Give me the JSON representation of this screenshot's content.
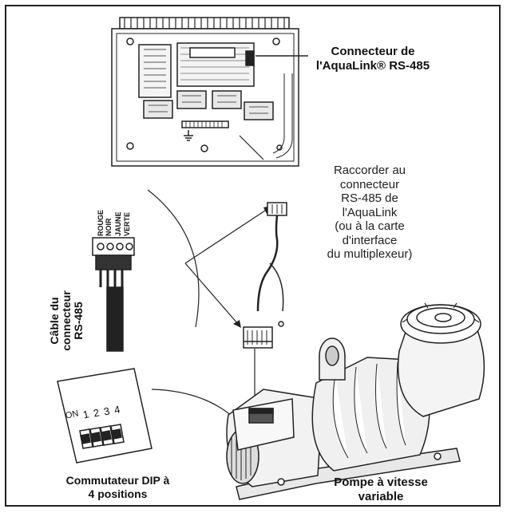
{
  "labels": {
    "aqualink_connector": [
      "Connecteur de",
      "l'AquaLink® RS-485"
    ],
    "connect_to": [
      "Raccorder au",
      "connecteur",
      "RS-485 de",
      "l'AquaLink",
      "(ou à la carte",
      "d'interface",
      "du multiplexeur)"
    ],
    "dip_switch": [
      "Commutateur DIP à",
      "4 positions"
    ],
    "pump": [
      "Pompe à vitesse",
      "variable"
    ],
    "cable": [
      "Câble du",
      "connecteur",
      "RS-485"
    ]
  },
  "wire_colors": [
    "ROUGE",
    "NOIR",
    "JAUNE",
    "VERTE"
  ],
  "dip_positions": [
    "1",
    "2",
    "3",
    "4"
  ],
  "dip_on_label": "ON",
  "colors": {
    "line": "#222222",
    "background": "#ffffff"
  }
}
